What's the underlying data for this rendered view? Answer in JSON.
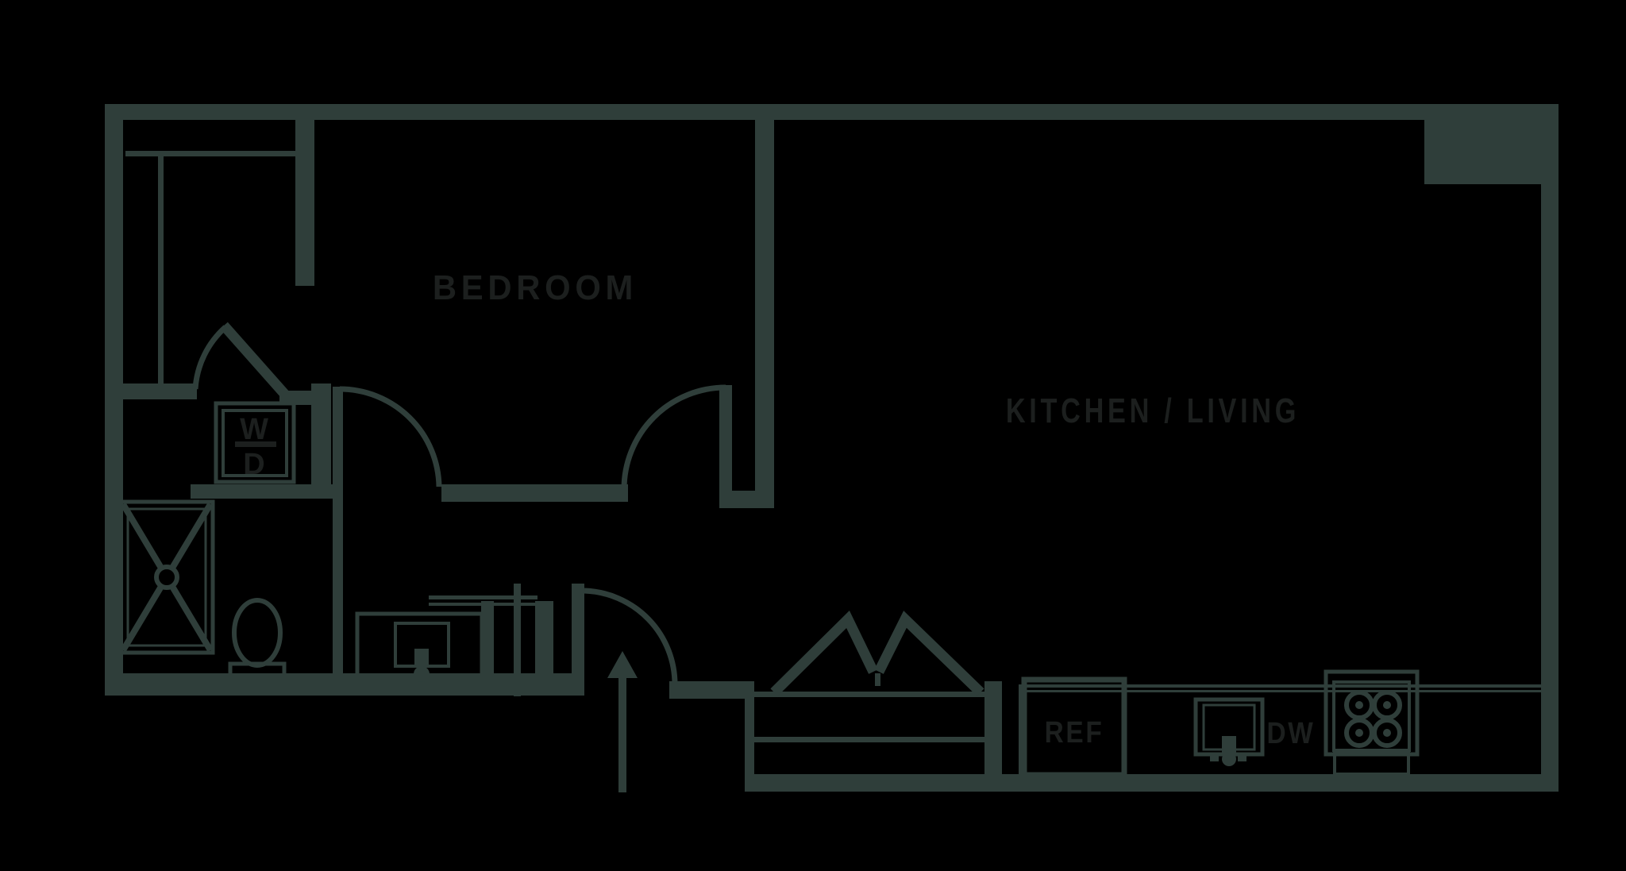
{
  "plan": {
    "colors": {
      "background": "#000000",
      "wall": "#2f3e3a",
      "label": "#1c1f1e"
    },
    "rooms": {
      "bedroom": {
        "label": "BEDROOM"
      },
      "kitchen_living": {
        "label": "KITCHEN / LIVING"
      }
    },
    "fixtures": {
      "washer": "W",
      "dryer": "D",
      "refrigerator": "REF",
      "dishwasher": "DW"
    },
    "icons": [
      "entry-arrow-icon",
      "shower-icon",
      "toilet-icon",
      "vanity-sink-icon",
      "kitchen-sink-icon",
      "stove-burners-icon",
      "bifold-closet-doors-icon",
      "door-swing-arc-icon"
    ]
  }
}
